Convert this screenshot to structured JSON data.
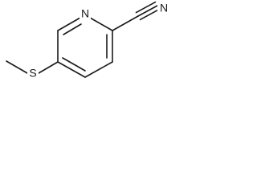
{
  "molecule": {
    "atoms": {
      "nitrogen_ring": "N",
      "nitrogen_nitrile": "N",
      "sulfur": "S"
    }
  }
}
